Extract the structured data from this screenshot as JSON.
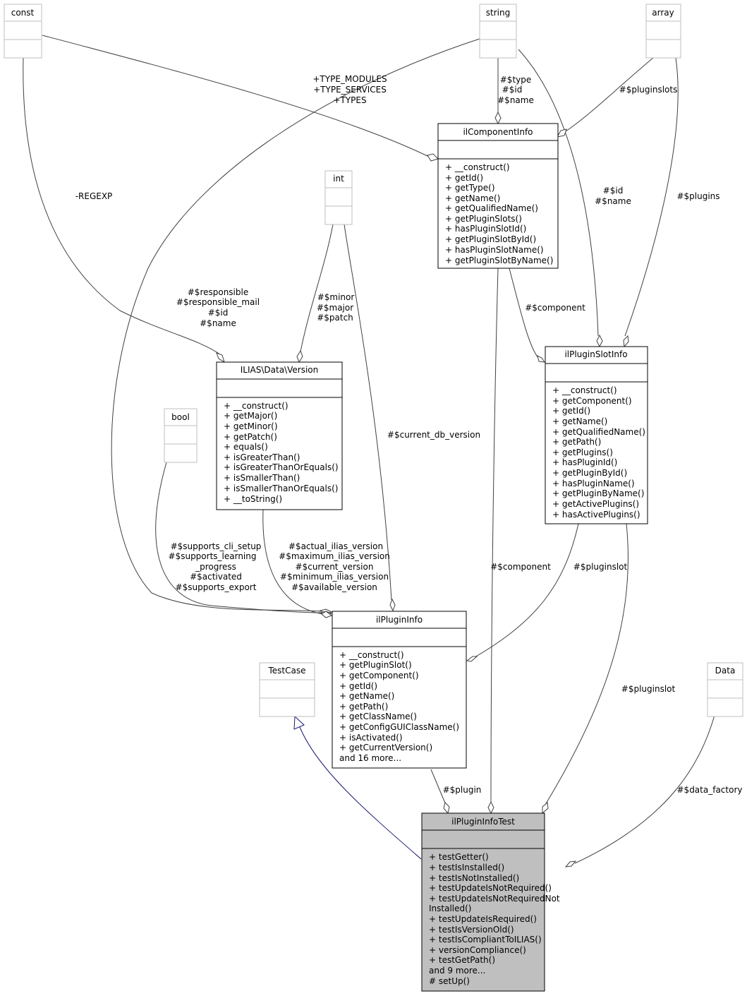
{
  "classes": {
    "const": {
      "name": "const",
      "members": []
    },
    "string": {
      "name": "string",
      "members": []
    },
    "array": {
      "name": "array",
      "members": []
    },
    "int": {
      "name": "int",
      "members": []
    },
    "bool": {
      "name": "bool",
      "members": []
    },
    "testcase": {
      "name": "TestCase",
      "members": []
    },
    "data": {
      "name": "Data",
      "members": []
    },
    "componentinfo": {
      "name": "ilComponentInfo",
      "members": [
        "+ __construct()",
        "+ getId()",
        "+ getType()",
        "+ getName()",
        "+ getQualifiedName()",
        "+ getPluginSlots()",
        "+ hasPluginSlotId()",
        "+ getPluginSlotById()",
        "+ hasPluginSlotName()",
        "+ getPluginSlotByName()"
      ]
    },
    "version": {
      "name": "ILIAS\\Data\\Version",
      "members": [
        "+ __construct()",
        "+ getMajor()",
        "+ getMinor()",
        "+ getPatch()",
        "+ equals()",
        "+ isGreaterThan()",
        "+ isGreaterThanOrEquals()",
        "+ isSmallerThan()",
        "+ isSmallerThanOrEquals()",
        "+ __toString()"
      ]
    },
    "pluginslotinfo": {
      "name": "ilPluginSlotInfo",
      "members": [
        "+ __construct()",
        "+ getComponent()",
        "+ getId()",
        "+ getName()",
        "+ getQualifiedName()",
        "+ getPath()",
        "+ getPlugins()",
        "+ hasPluginId()",
        "+ getPluginById()",
        "+ hasPluginName()",
        "+ getPluginByName()",
        "+ getActivePlugins()",
        "+ hasActivePlugins()"
      ]
    },
    "plugininfo": {
      "name": "ilPluginInfo",
      "members": [
        "+ __construct()",
        "+ getPluginSlot()",
        "+ getComponent()",
        "+ getId()",
        "+ getName()",
        "+ getPath()",
        "+ getClassName()",
        "+ getConfigGUIClassName()",
        "+ isActivated()",
        "+ getCurrentVersion()",
        "and 16 more..."
      ]
    },
    "plugininfotest": {
      "name": "ilPluginInfoTest",
      "members": [
        "+ testGetter()",
        "+ testIsInstalled()",
        "+ testIsNotInstalled()",
        "+ testUpdateIsNotRequired()",
        "+ testUpdateIsNotRequiredNot",
        "Installed()",
        "+ testUpdateIsRequired()",
        "+ testIsVersionOld()",
        "+ testIsCompliantToILIAS()",
        "+ versionCompliance()",
        "+ testGetPath()",
        "and 9 more...",
        "# setUp()"
      ]
    }
  },
  "edge_labels": {
    "const_component": [
      "+TYPE_MODULES",
      "+TYPE_SERVICES",
      "+TYPES"
    ],
    "string_component": [
      "#$type",
      "#$id",
      "#$name"
    ],
    "array_component": [
      "#$pluginslots"
    ],
    "const_version": [
      "-REGEXP"
    ],
    "string_slot": [
      "#$id",
      "#$name"
    ],
    "array_slot": [
      "#$plugins"
    ],
    "string_plugin": [
      "#$responsible",
      "#$responsible_mail",
      "#$id",
      "#$name"
    ],
    "int_version": [
      "#$minor",
      "#$major",
      "#$patch"
    ],
    "component_slot": [
      "#$component"
    ],
    "int_plugin": [
      "#$current_db_version"
    ],
    "bool_plugin": [
      "#$supports_cli_setup",
      "#$supports_learning",
      "_progress",
      "#$activated",
      "#$supports_export"
    ],
    "version_plugin": [
      "#$actual_ilias_version",
      "#$maximum_ilias_version",
      "#$current_version",
      "#$minimum_ilias_version",
      "#$available_version"
    ],
    "component_test": [
      "#$component"
    ],
    "slot_plugin": [
      "#$pluginslot"
    ],
    "slot_test": [
      "#$pluginslot"
    ],
    "plugin_test": [
      "#$plugin"
    ],
    "data_test": [
      "#$data_factory"
    ]
  }
}
